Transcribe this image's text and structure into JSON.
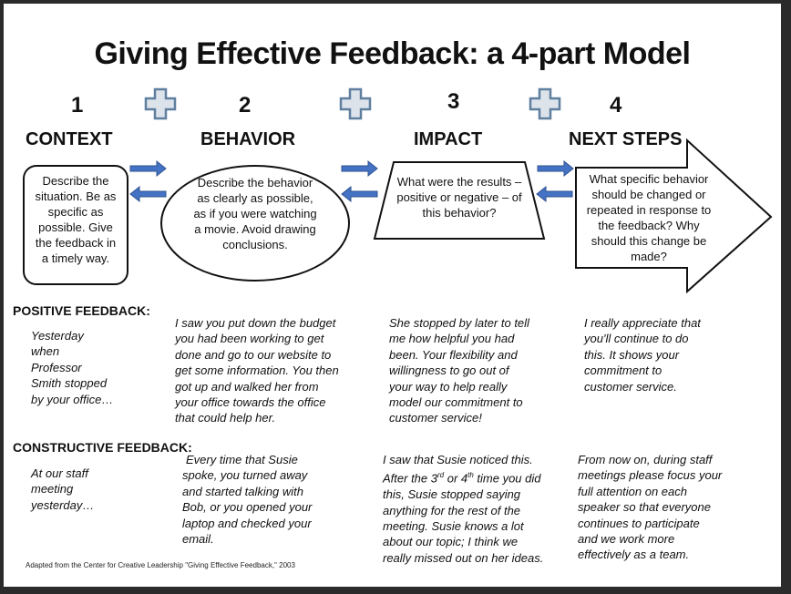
{
  "title": "Giving Effective Feedback:  a 4-part Model",
  "steps": [
    {
      "number": "1",
      "heading": "CONTEXT",
      "text": "Describe the situation.  Be as specific as possible.  Give the feedback in a timely way."
    },
    {
      "number": "2",
      "heading": "BEHAVIOR",
      "text": "Describe the behavior as clearly as possible, as if you were watching a movie.  Avoid drawing conclusions."
    },
    {
      "number": "3",
      "heading": "IMPACT",
      "text": "What were the results – positive or negative – of this behavior?"
    },
    {
      "number": "4",
      "heading": "NEXT STEPS",
      "text": "What specific behavior should be changed or repeated in response to the feedback?  Why should this change be made?"
    }
  ],
  "positive": {
    "label": "POSITIVE FEEDBACK:",
    "context": [
      "Yesterday",
      "when",
      "Professor",
      "Smith stopped",
      "by your office…"
    ],
    "behavior": [
      "I saw you put down the budget",
      "you had been working to get",
      "done and go to our website to",
      "get some information. You then",
      "got up and  walked her from",
      "your office towards the office",
      "that could help her."
    ],
    "impact": [
      "She stopped by later to tell",
      "me how helpful you had",
      "been.  Your flexibility  and",
      "willingness to go out of",
      "your way to help really",
      "model our commitment to",
      "customer service!"
    ],
    "next": [
      "I really appreciate that",
      "you'll continue to do",
      "this.  It shows your",
      "commitment to",
      "customer service."
    ]
  },
  "constructive": {
    "label": "CONSTRUCTIVE FEEDBACK:",
    "context": [
      "At our staff",
      "meeting",
      "yesterday…"
    ],
    "behavior": [
      "Every time that Susie",
      "spoke, you turned away",
      "and started talking with",
      "Bob, or you opened your",
      "laptop and checked your",
      "email."
    ],
    "impact_line1": {
      "pre": "I saw that Susie noticed this.",
      "post": ""
    },
    "impact_line2": {
      "a": "After the 3",
      "sup1": "rd",
      "b": " or 4",
      "sup2": "th",
      "c": " time you did"
    },
    "impact": [
      "this, Susie stopped saying",
      "anything for the rest of the",
      "meeting.   Susie knows a lot",
      "about our topic; I  think we",
      "really missed out on her ideas."
    ],
    "next": [
      "From now on, during staff",
      "meetings please focus your",
      "full attention on each",
      "speaker so that everyone",
      "continues to participate",
      "and we work more",
      "effectively as a team."
    ]
  },
  "footnote": "Adapted from the Center for Creative Leadership \"Giving Effective Feedback,\"  2003",
  "colors": {
    "arrow": "#4472c4",
    "plus_fill": "#dde3ea",
    "plus_stroke": "#5f7f9f",
    "outline": "#111111"
  }
}
